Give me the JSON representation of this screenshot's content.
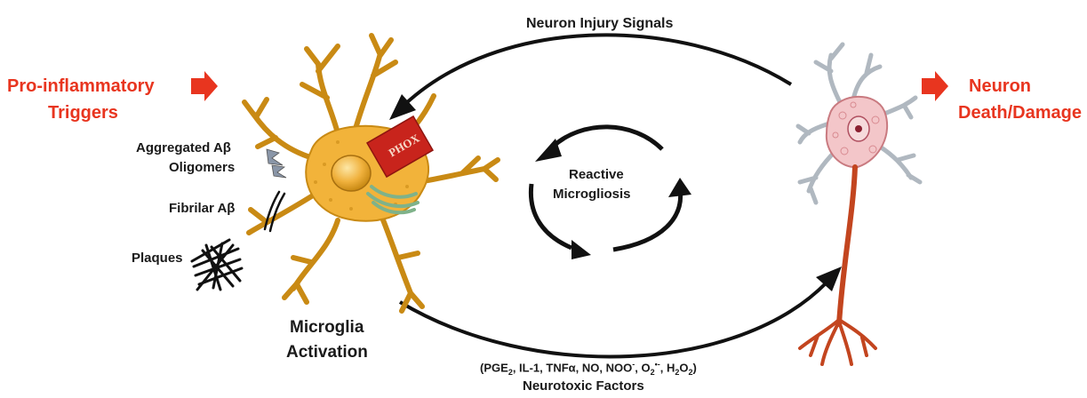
{
  "labels": {
    "neuron_injury_signals": "Neuron Injury Signals",
    "pro_inflammatory_line1": "Pro-inflammatory",
    "pro_inflammatory_line2": "Triggers",
    "neuron_death_line1": "Neuron",
    "neuron_death_line2": "Death/Damage",
    "aggregated_line1": "Aggregated Aβ",
    "aggregated_line2": "Oligomers",
    "fibrilar": "Fibrilar Aβ",
    "plaques": "Plaques",
    "phox": "PHOX",
    "reactive_line1": "Reactive",
    "reactive_line2": "Microgliosis",
    "microglia_line1": "Microglia",
    "microglia_line2": "Activation",
    "factors_pge": "PGE",
    "factors_pge_sub": "2",
    "factors_mid": ", IL-1, TNFα, NO, NOO",
    "factors_noo_sup": "-",
    "factors_o": ",  O",
    "factors_o_sub": "2",
    "factors_o_sup": "•-",
    "factors_h": ", H",
    "factors_h_sub1": "2",
    "factors_o2": "O",
    "factors_h_sub2": "2",
    "neurotoxic": "Neurotoxic Factors"
  },
  "colors": {
    "trigger_red": "#e8351f",
    "microglia_body": "#f2b33a",
    "microglia_outline": "#c98a14",
    "neuron_body": "#f3c6c9",
    "neuron_axon": "#c3451f",
    "phox_red": "#c8241c",
    "arrow_black": "#111111"
  },
  "icons": [
    "red-arrow-icon",
    "oligomer-icon",
    "fibril-icon",
    "plaque-icon"
  ]
}
